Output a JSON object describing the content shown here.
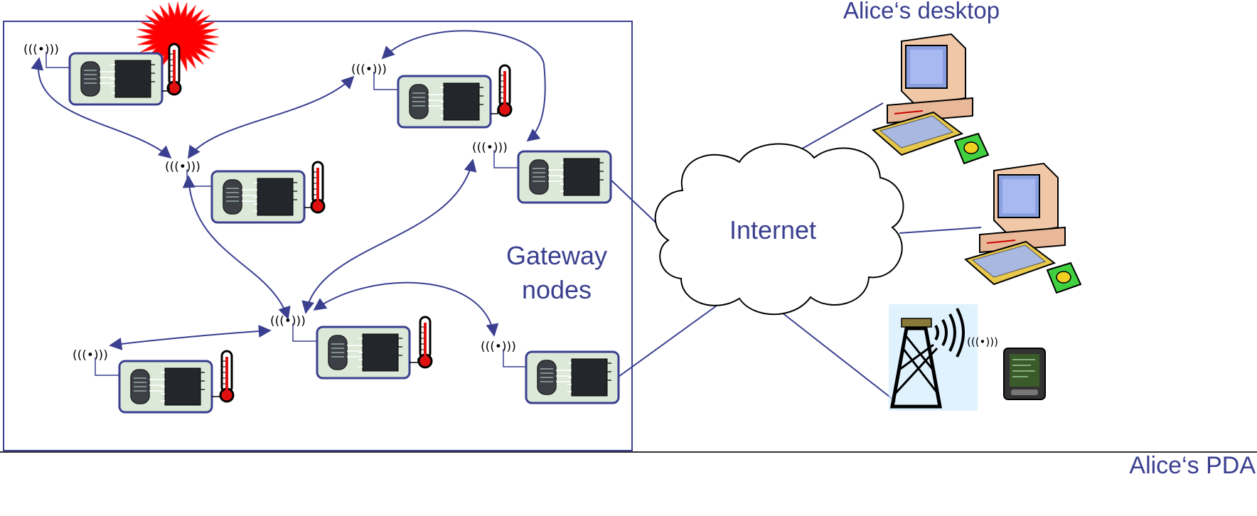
{
  "labels": {
    "gateway_line1": "Gateway",
    "gateway_line2": "nodes",
    "internet": "Internet",
    "alice_desktop": "Alice‘s desktop",
    "alice_pda": "Alice‘s PDA"
  },
  "antenna_glyph": "(((•)))",
  "colors": {
    "accent": "#3a3f8f",
    "node_fill": "#dce8d8",
    "alarm": "#ff0000"
  }
}
